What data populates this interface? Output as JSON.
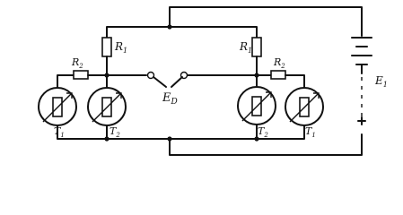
{
  "labels": {
    "r1_left": "R",
    "r1_left_sub": "1",
    "r2_left": "R",
    "r2_left_sub": "2",
    "r1_right": "R",
    "r1_right_sub": "1",
    "r2_right": "R",
    "r2_right_sub": "2",
    "ed": "E",
    "ed_sub": "D",
    "battery": "E",
    "battery_sub": "1",
    "t1": "T",
    "t1_sub": "1",
    "t2_left": "T",
    "t2_left_sub": "2",
    "t2_right": "T",
    "t2_right_sub": "2",
    "t1_right": "T",
    "t1_right_sub": "1"
  }
}
